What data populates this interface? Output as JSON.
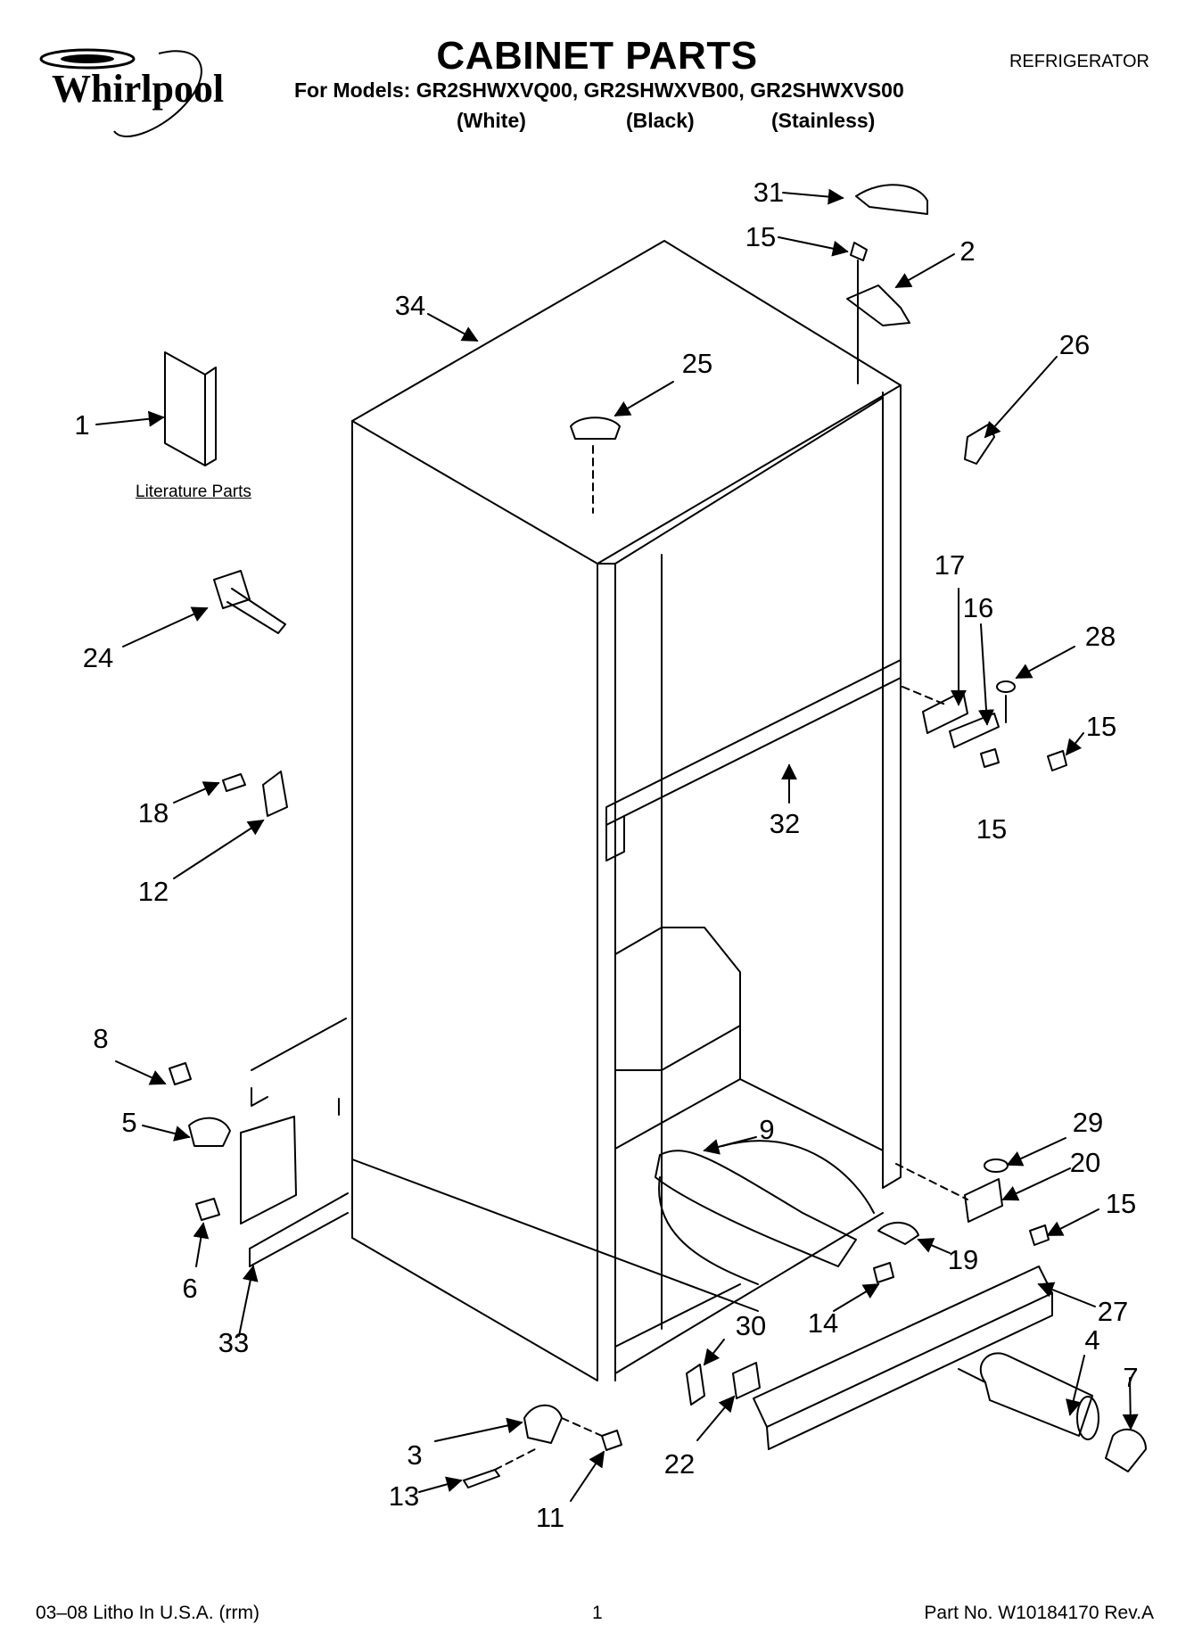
{
  "brand": "Whirlpool",
  "header": {
    "title": "CABINET PARTS",
    "models_line": "For Models: GR2SHWXVQ00, GR2SHWXVB00, GR2SHWXVS00",
    "variants": [
      "(White)",
      "(Black)",
      "(Stainless)"
    ],
    "category": "REFRIGERATOR"
  },
  "literature_label": "Literature Parts",
  "callouts": [
    "31",
    "15",
    "2",
    "34",
    "26",
    "25",
    "1",
    "24",
    "17",
    "16",
    "28",
    "15",
    "32",
    "15",
    "18",
    "12",
    "8",
    "5",
    "9",
    "29",
    "20",
    "15",
    "6",
    "19",
    "14",
    "27",
    "33",
    "30",
    "4",
    "7",
    "3",
    "22",
    "13",
    "11"
  ],
  "footer": {
    "left": "03–08 Litho In U.S.A. (rrm)",
    "center": "1",
    "right": "Part No. W10184170 Rev.A"
  }
}
